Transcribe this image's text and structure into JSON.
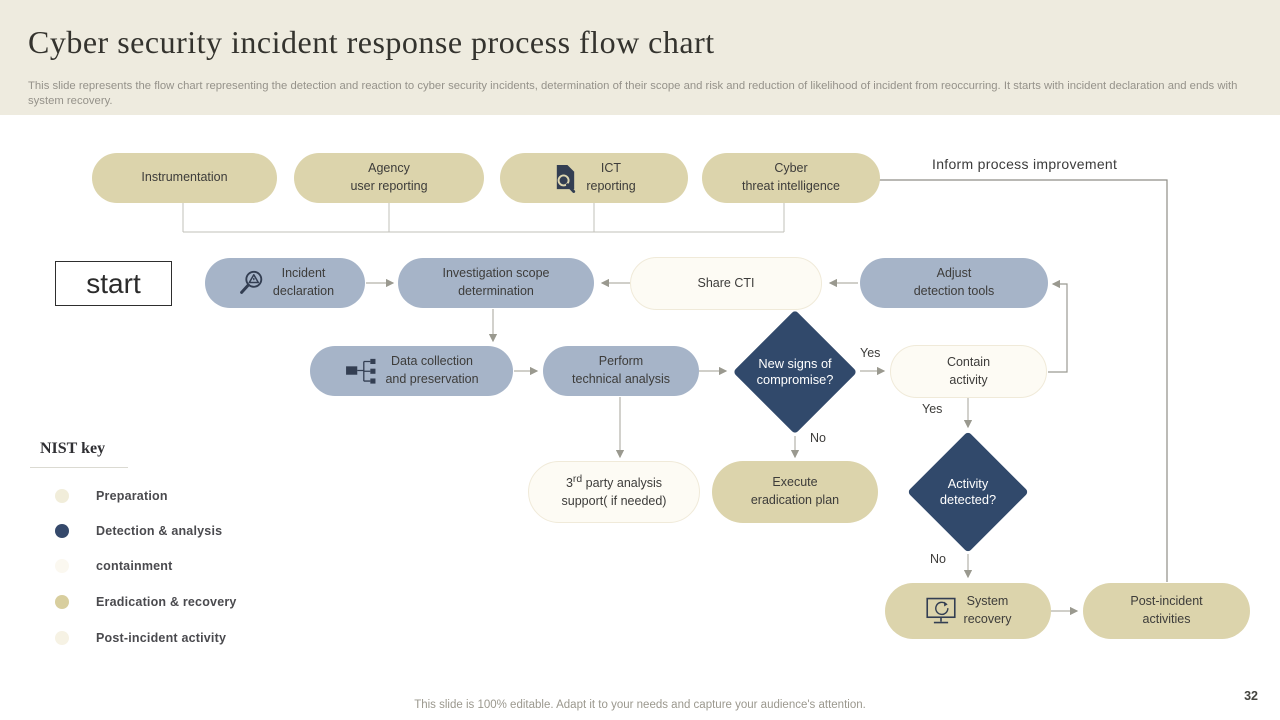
{
  "slide": {
    "title": "Cyber security incident response process flow chart",
    "subtitle": "This slide represents the flow chart representing the detection and reaction to cyber security incidents, determination of their scope and risk and reduction of likelihood of incident from reoccurring. It starts with incident declaration and ends with system recovery.",
    "footer": "This slide is 100% editable. Adapt it to your needs and capture your audience's attention.",
    "page_number": "32"
  },
  "sources": {
    "items": [
      "Instrumentation",
      "Agency\nuser reporting",
      "ICT\nreporting",
      "Cyber\nthreat intelligence"
    ]
  },
  "flow": {
    "start_label": "start",
    "nodes": {
      "incident_declaration": "Incident\ndeclaration",
      "investigation_scope": "Investigation scope\ndetermination",
      "share_cti": "Share CTI",
      "adjust_detection": "Adjust\ndetection tools",
      "data_collection": "Data collection\nand preservation",
      "technical_analysis": "Perform\ntechnical analysis",
      "new_signs": "New signs of\ncompromise?",
      "contain_activity": "Contain\nactivity",
      "third_party": {
        "pre": "3",
        "sup": "rd",
        "rest": " party analysis\nsupport( if needed)"
      },
      "execute_eradication": "Execute\neradication plan",
      "activity_detected": "Activity\ndetected?",
      "system_recovery": "System\nrecovery",
      "post_incident": "Post-incident\nactivities"
    },
    "edge_labels": {
      "inform": "Inform  process improvement",
      "yes_compromise": "Yes",
      "no_compromise": "No",
      "yes_contain": "Yes",
      "no_activity": "No"
    }
  },
  "legend": {
    "title": "NIST key",
    "items": [
      {
        "label": "Preparation",
        "color": "#f1edda"
      },
      {
        "label": "Detection & analysis",
        "color": "#35496b"
      },
      {
        "label": "containment",
        "color": "#fbf8f0"
      },
      {
        "label": "Eradication & recovery",
        "color": "#d8ce9e"
      },
      {
        "label": "Post-incident activity",
        "color": "#f6f2e4"
      }
    ]
  },
  "colors": {
    "header_band": "#eeebdf",
    "tan_node": "#dcd4ac",
    "blue_node": "#a6b4c8",
    "navy_diamond": "#31496b",
    "light_node": "#fdfbf4",
    "connector": "#a9a8a0",
    "icon": "#333e52"
  }
}
